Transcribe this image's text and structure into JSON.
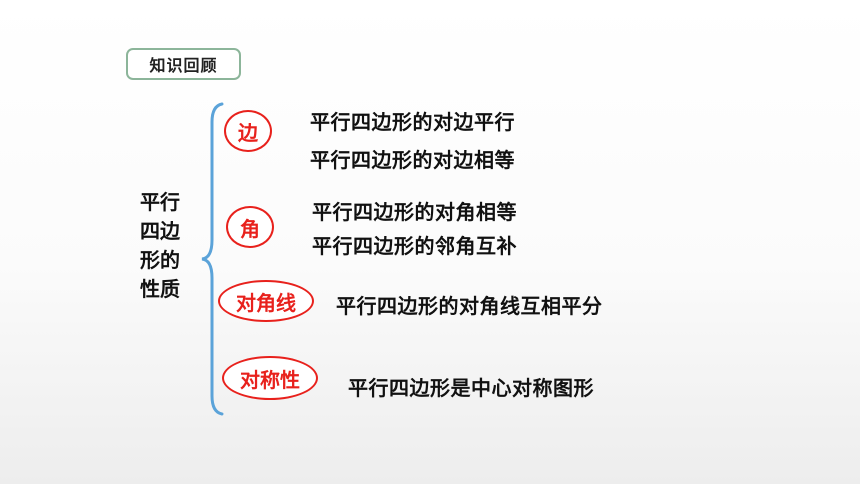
{
  "header": {
    "badge": "知识回顾"
  },
  "root": {
    "label": "平行四边形的性质"
  },
  "branches": [
    {
      "label": "边",
      "properties": [
        "平行四边形的对边平行",
        "平行四边形的对边相等"
      ]
    },
    {
      "label": "角",
      "properties": [
        "平行四边形的对角相等",
        "平行四边形的邻角互补"
      ]
    },
    {
      "label": "对角线",
      "properties": [
        "平行四边形的对角线互相平分"
      ]
    },
    {
      "label": "对称性",
      "properties": [
        "平行四边形是中心对称图形"
      ]
    }
  ],
  "colors": {
    "accent_red": "#e8211c",
    "brace_blue": "#5ba3d9",
    "badge_border": "#8cb59a"
  }
}
